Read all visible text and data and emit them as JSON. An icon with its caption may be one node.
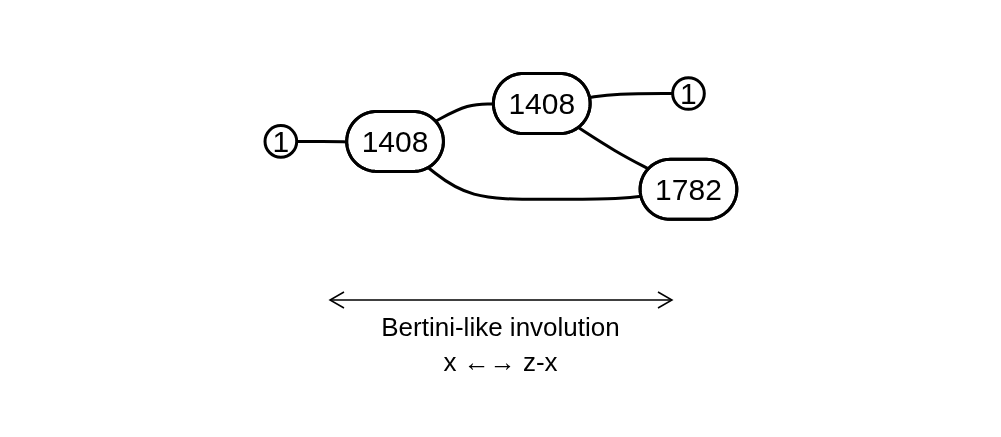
{
  "diagram": {
    "nodes": [
      {
        "text": [
          "1"
        ]
      },
      {
        "text": [
          "1408"
        ]
      },
      {
        "text": [
          "1408"
        ]
      },
      {
        "text": [
          "1"
        ]
      },
      {
        "text": [
          "1782"
        ]
      }
    ],
    "edges": [
      {
        "from": 0,
        "to": 1,
        "arrow": "none"
      },
      {
        "from": 1,
        "to": 2,
        "arrow": "none"
      },
      {
        "from": 2,
        "to": 3,
        "arrow": "none"
      },
      {
        "from": 1,
        "to": 4,
        "arrow": "none"
      },
      {
        "from": 2,
        "to": 4,
        "arrow": "none"
      }
    ],
    "labels": [
      "Bertini-like involution",
      "x ←→ z-x"
    ]
  }
}
